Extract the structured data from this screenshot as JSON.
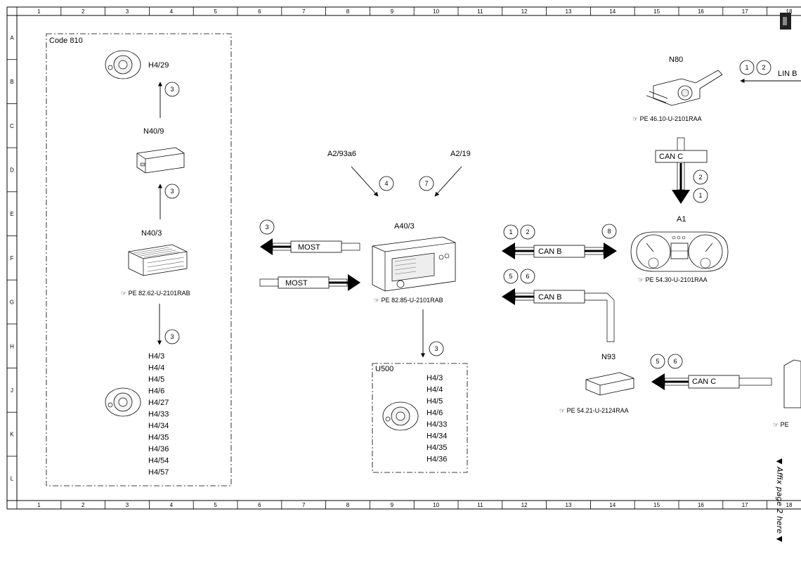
{
  "grid": {
    "columns": [
      "1",
      "2",
      "3",
      "4",
      "5",
      "6",
      "7",
      "8",
      "9",
      "10",
      "11",
      "12",
      "13",
      "14",
      "15",
      "16",
      "17",
      "18"
    ],
    "rows": [
      "A",
      "B",
      "C",
      "D",
      "E",
      "F",
      "G",
      "H",
      "J",
      "K",
      "L"
    ]
  },
  "left_group": {
    "code_label": "Code 810",
    "speaker_top": "H4/29",
    "n40_9": "N40/9",
    "n40_3": "N40/3",
    "pe_n40_3": "PE 82.62-U-2101RAB",
    "speaker_list": [
      "H4/3",
      "H4/4",
      "H4/5",
      "H4/6",
      "H4/27",
      "H4/33",
      "H4/34",
      "H4/35",
      "H4/36",
      "H4/54",
      "H4/57"
    ]
  },
  "center": {
    "a2_93a6": "A2/93a6",
    "a2_19": "A2/19",
    "a40_3": "A40/3",
    "pe_a40_3": "PE 82.85-U-2101RAB",
    "most_out": "MOST",
    "most_in": "MOST",
    "u500": "U500",
    "u500_list": [
      "H4/3",
      "H4/4",
      "H4/5",
      "H4/6",
      "H4/33",
      "H4/34",
      "H4/35",
      "H4/36"
    ]
  },
  "right": {
    "n80": "N80",
    "pe_n80": "PE 46.10-U-2101RAA",
    "lin": "LIN B",
    "can_c_top": "CAN C",
    "a1": "A1",
    "pe_a1": "PE 54.30-U-2101RAA",
    "can_b_top": "CAN B",
    "can_b_bottom": "CAN B",
    "n93": "N93",
    "pe_n93": "PE 54.21-U-2124RAA",
    "can_c_bottom": "CAN C",
    "pe_cut": "PE"
  },
  "circles": {
    "c3_h429": "3",
    "c3_n409": "3",
    "c4": "4",
    "c7": "7",
    "c3_most": "3",
    "c3_n403": "3",
    "c3_u500": "3",
    "c1_canb": "1",
    "c2_canb": "2",
    "c8_canb": "8",
    "c5_canb": "5",
    "c6_canb": "6",
    "c1_lin": "1",
    "c2_lin": "2",
    "c2_canc": "2",
    "c1_canc": "1",
    "c5_canc": "5",
    "c6_canc": "6"
  },
  "side_note": "▼ Affix page 2 here ▼"
}
